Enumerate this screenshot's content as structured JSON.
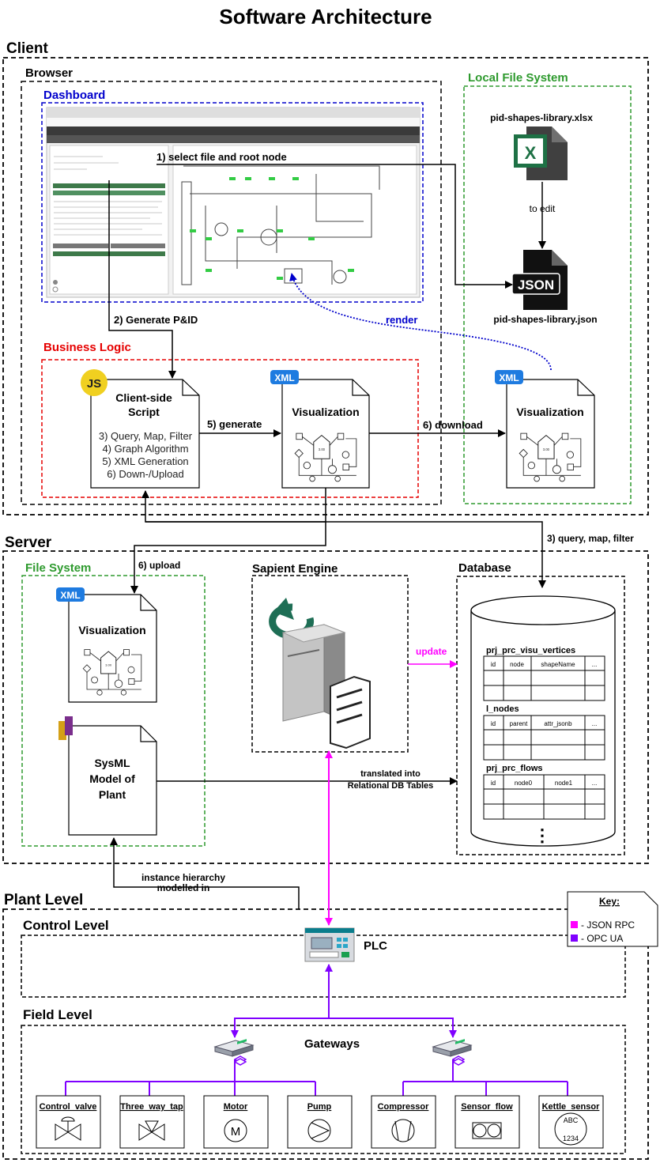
{
  "title": "Software Architecture",
  "colors": {
    "blue": "#0000cc",
    "red": "#e60000",
    "green": "#2e9a2e",
    "magenta": "#ff00ff",
    "purple": "#7f00ff",
    "xml": "#1e7be0",
    "js": "#f0d020",
    "excel": "#1e7145",
    "engine": "#1e6e55"
  },
  "client": {
    "label": "Client",
    "browser": "Browser",
    "dashboard": "Dashboard",
    "business_logic": "Business Logic",
    "local_fs": "Local File System",
    "xlsx_name": "pid-shapes-library.xlsx",
    "excel_glyph": "X",
    "to_edit": "to edit",
    "json_badge": "JSON",
    "json_name": "pid-shapes-library.json",
    "step1": "1) select file and root node",
    "step2": "2) Generate P&ID",
    "render": "render",
    "js_badge": "JS",
    "script_title_1": "Client-side",
    "script_title_2": "Script",
    "script_steps": [
      "3) Query, Map, Filter",
      "4) Graph Algorithm",
      "5) XML Generation",
      "6) Down-/Upload"
    ],
    "step5": "5) generate",
    "step6": "6) download",
    "xml_badge": "XML",
    "viz_label": "Visualization"
  },
  "server": {
    "label": "Server",
    "file_system": "File System",
    "upload": "6) upload",
    "query": "3) query, map, filter",
    "engine": "Sapient Engine",
    "database": "Database",
    "update": "update",
    "translated_1": "translated into",
    "translated_2": "Relational DB Tables",
    "sysml_1": "SysML",
    "sysml_2": "Model of",
    "sysml_3": "Plant",
    "tables": [
      {
        "name": "prj_prc_visu_vertices",
        "cols": [
          "id",
          "node",
          "shapeName",
          "..."
        ]
      },
      {
        "name": "l_nodes",
        "cols": [
          "id",
          "parent",
          "attr_jsonb",
          "..."
        ]
      },
      {
        "name": "prj_prc_flows",
        "cols": [
          "id",
          "node0",
          "node1",
          "..."
        ]
      }
    ],
    "more": "⋮"
  },
  "plant": {
    "label": "Plant Level",
    "control_level": "Control Level",
    "field_level": "Field Level",
    "plc": "PLC",
    "gateways": "Gateways",
    "instance_1": "instance hierarchy",
    "instance_2": "modelled in",
    "devices": [
      "Control_valve",
      "Three_way_tap",
      "Motor",
      "Pump",
      "Compressor",
      "Sensor_flow",
      "Kettle_sensor"
    ],
    "motor_glyph": "M",
    "sensor_top": "ABC",
    "sensor_bottom": "1234"
  },
  "key": {
    "title": "Key:",
    "items": [
      {
        "label": "- JSON RPC",
        "color": "#ff00ff"
      },
      {
        "label": "- OPC UA",
        "color": "#7f00ff"
      }
    ]
  }
}
